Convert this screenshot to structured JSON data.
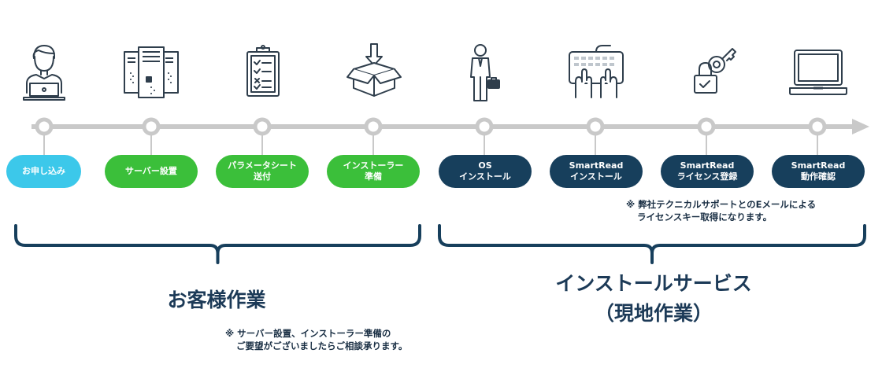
{
  "steps": [
    {
      "line1": "お申し込み",
      "line2": "",
      "color": "#3cc8ea"
    },
    {
      "line1": "サーバー設置",
      "line2": "",
      "color": "#3bbf3a"
    },
    {
      "line1": "パラメータシート",
      "line2": "送付",
      "color": "#3bbf3a"
    },
    {
      "line1": "インストーラー",
      "line2": "準備",
      "color": "#3bbf3a"
    },
    {
      "line1": "OS",
      "line2": "インストール",
      "color": "#173f5c"
    },
    {
      "line1": "SmartRead",
      "line2": "インストール",
      "color": "#173f5c"
    },
    {
      "line1": "SmartRead",
      "line2": "ライセンス登録",
      "color": "#173f5c"
    },
    {
      "line1": "SmartRead",
      "line2": "動作確認",
      "color": "#173f5c"
    }
  ],
  "note_license": {
    "line1": "※ 弊社テクニカルサポートとのEメールによる",
    "line2": "ライセンスキー取得になります。"
  },
  "note_customer": {
    "line1": "※ サーバー設置、インストーラー準備の",
    "line2": "ご要望がございましたらご相談承ります。"
  },
  "sections": {
    "customer_title": "お客様作業",
    "install_title_line1": "インストールサービス",
    "install_title_line2": "（現地作業）"
  },
  "icons": [
    "person-laptop-icon",
    "server-rack-icon",
    "clipboard-checklist-icon",
    "box-download-icon",
    "businessman-briefcase-icon",
    "keyboard-hands-icon",
    "key-lock-icon",
    "laptop-icon"
  ],
  "colors": {
    "line": "#c9c9c9",
    "navy": "#173f5c",
    "green": "#3bbf3a",
    "cyan": "#3cc8ea",
    "icon": "#2f3e4c"
  }
}
